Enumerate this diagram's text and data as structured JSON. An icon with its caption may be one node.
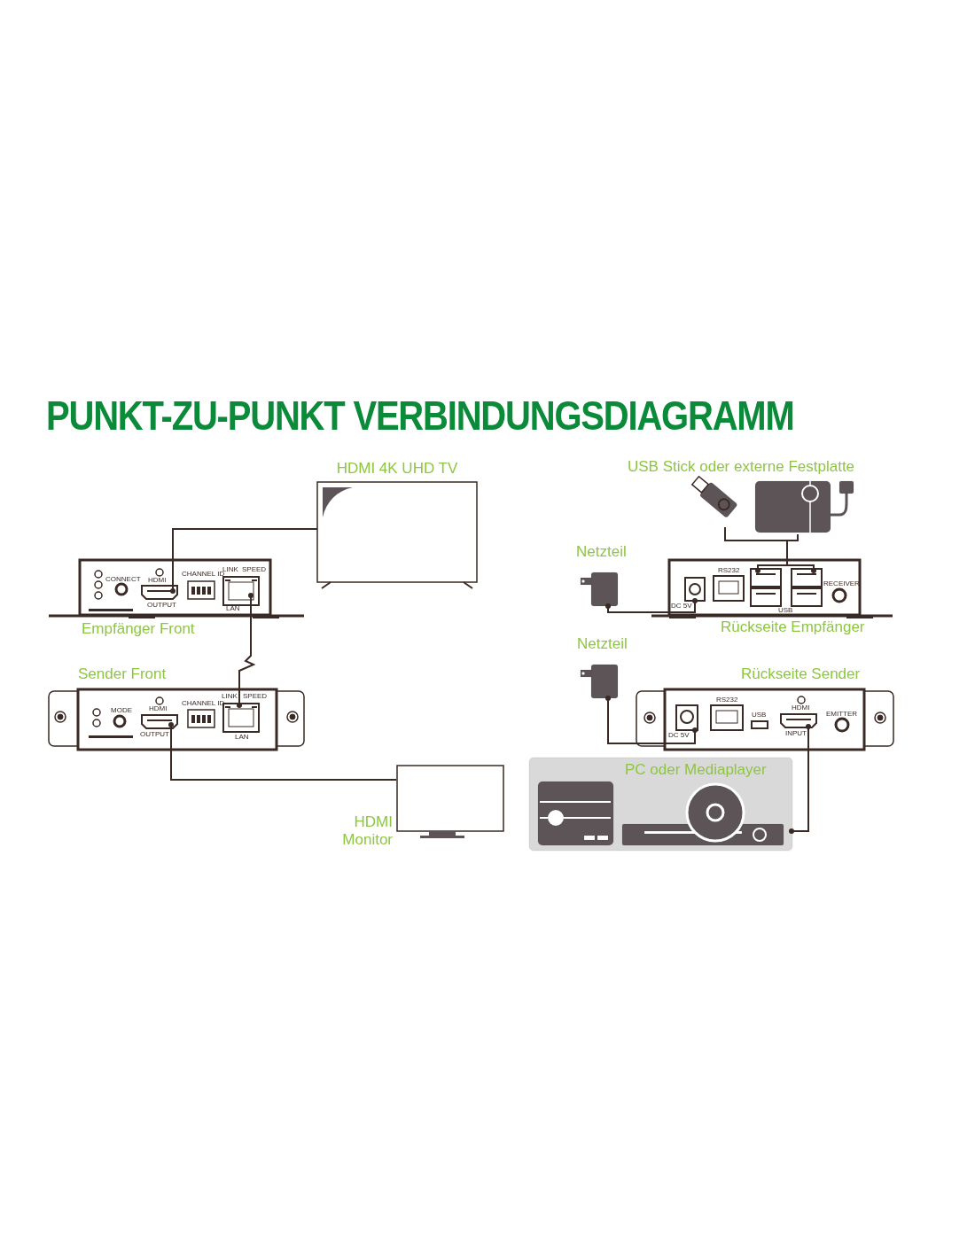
{
  "diagram": {
    "title": "PUNKT-ZU-PUNKT VERBINDUNGSDIAGRAMM",
    "nodes": [
      {
        "text": [
          "HDMI 4K UHD TV"
        ]
      },
      {
        "text": [],
        "shape": "picture"
      },
      {
        "text": [],
        "shape": "picture"
      },
      {
        "text": [
          "Netzteil"
        ]
      },
      {
        "text": [
          "Empfänger Front",
          "CONNECT",
          "HDMI",
          "OUTPUT",
          "CHANNEL ID",
          "LINK",
          "SPEED",
          "LAN"
        ]
      },
      {
        "text": [
          "Rückseite Empfänger",
          "RS232",
          "DC 5V",
          "USB",
          "RECEIVER"
        ]
      },
      {
        "text": [
          "Netzteil"
        ]
      },
      {
        "text": [
          "Sender Front",
          "MODE",
          "HDMI",
          "OUTPUT",
          "CHANNEL ID",
          "LINK",
          "SPEED",
          "LAN"
        ]
      },
      {
        "text": [
          "Rückseite Sender",
          "RS232",
          "DC 5V",
          "USB",
          "HDMI",
          "INPUT",
          "EMITTER"
        ]
      },
      {
        "text": [
          "HDMI Monitor"
        ]
      },
      {
        "text": [
          "PC oder Mediaplayer"
        ]
      }
    ],
    "edges": [
      {
        "from": 4,
        "to": 0,
        "arrow": "none"
      },
      {
        "from": 4,
        "to": 7,
        "arrow": "none"
      },
      {
        "from": 7,
        "to": 9,
        "arrow": "none"
      },
      {
        "from": 1,
        "to": 5,
        "arrow": "none"
      },
      {
        "from": 2,
        "to": 5,
        "arrow": "none"
      },
      {
        "from": 3,
        "to": 5,
        "arrow": "none"
      },
      {
        "from": 6,
        "to": 8,
        "arrow": "none"
      },
      {
        "from": 10,
        "to": 8,
        "arrow": "none"
      }
    ],
    "labels": [
      "USB Stick oder externe Festplatte"
    ]
  }
}
